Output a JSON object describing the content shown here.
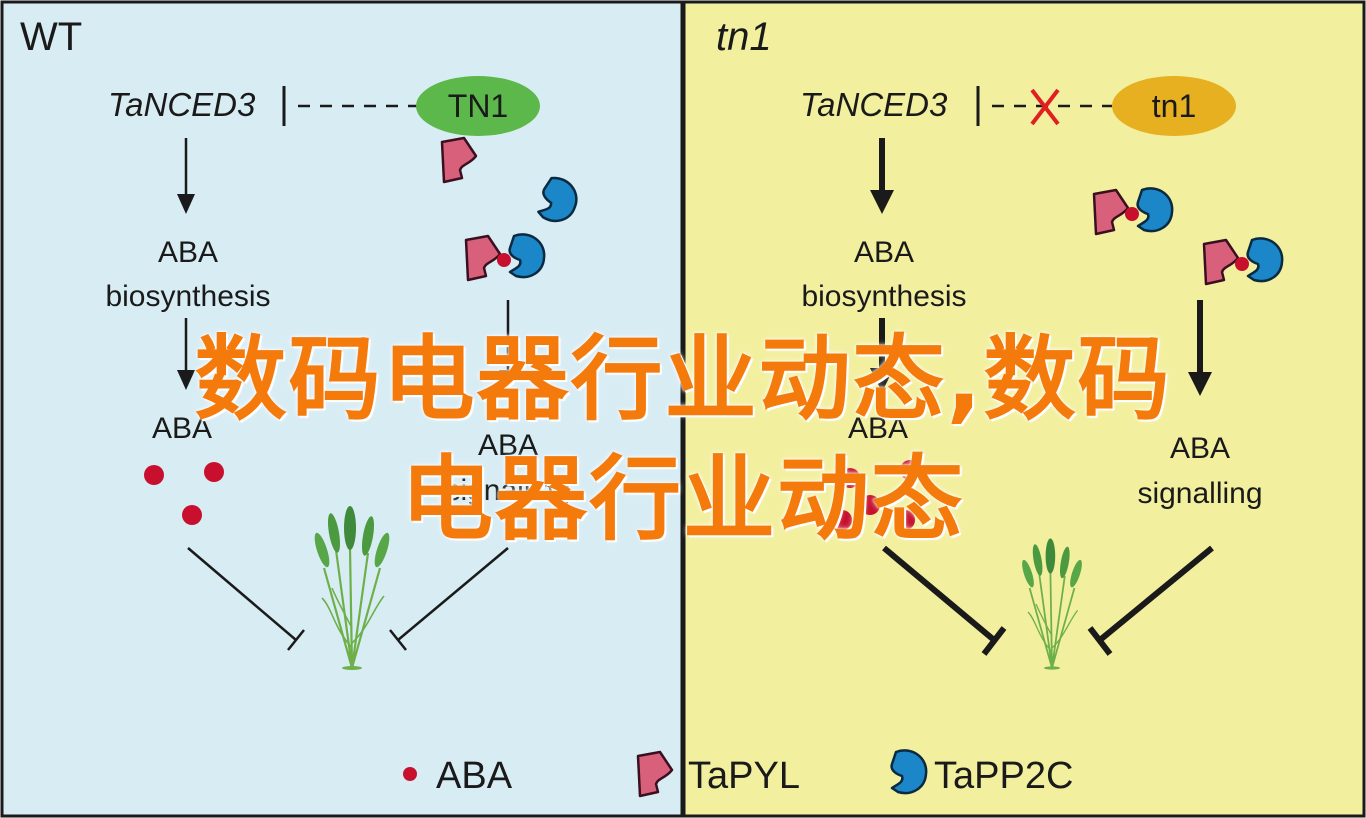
{
  "panels": {
    "left": {
      "title": "WT",
      "gene": "TaNCED3",
      "factor": "TN1"
    },
    "right": {
      "title": "tn1",
      "gene": "TaNCED3",
      "factor": "tn1"
    }
  },
  "labels": {
    "aba_line1": "ABA",
    "aba_line2": "biosynthesis",
    "aba": "ABA",
    "aba_sig_line1": "ABA",
    "aba_sig_line2": "signalling"
  },
  "legend": {
    "aba": "ABA",
    "pyl": "TaPYL",
    "pp2c": "TaPP2C"
  },
  "overlay": {
    "line1": "数码电器行业动态,数码",
    "line2": "电器行业动态"
  },
  "colors": {
    "left_bg": "#d8ecf4",
    "right_bg": "#f2ef9e",
    "tn1_green": "#5cb84a",
    "tn1_orange": "#e6b020",
    "pyl_pink": "#d8607a",
    "pp2c_blue": "#1b86c8",
    "aba_red": "#c8102e",
    "overlay_orange": "#f47a0c"
  }
}
